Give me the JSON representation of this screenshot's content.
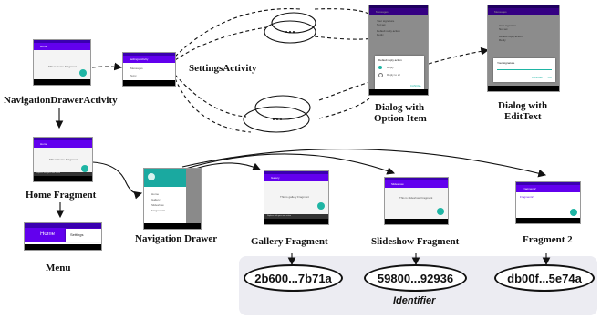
{
  "captions": {
    "nav_drawer_activity": "NavigationDrawerActivity",
    "settings_activity": "SettingsActivity",
    "dialog_option": [
      "Dialog with",
      "Option Item"
    ],
    "dialog_edit": [
      "Dialog with",
      "EditText"
    ],
    "home_fragment": "Home Fragment",
    "navigation_drawer": "Navigation Drawer",
    "gallery_fragment": "Gallery Fragment",
    "slideshow_fragment": "Slideshow Fragment",
    "fragment2": "Fragment 2",
    "menu": "Menu",
    "identifier": "Identifier"
  },
  "screens": {
    "nav_activity": {
      "title": "Home",
      "body": "This is home Fragment"
    },
    "settings": {
      "title": "SettingsActivity",
      "items": [
        "Messages",
        "Sync"
      ]
    },
    "dialog_option": {
      "title": "Messages",
      "fields": [
        {
          "label": "Your signature",
          "value": "Not set"
        },
        {
          "label": "Default reply action",
          "value": "Reply"
        }
      ],
      "dialog_title": "Default reply action",
      "options": [
        "Reply",
        "Reply to all"
      ],
      "cancel": "CANCEL"
    },
    "dialog_edit": {
      "title": "Messages",
      "fields": [
        {
          "label": "Your signature",
          "value": "Not set"
        },
        {
          "label": "Default reply action",
          "value": "Reply"
        }
      ],
      "dialog_title": "Your signature",
      "cancel": "CANCEL",
      "ok": "OK"
    },
    "home": {
      "title": "Home",
      "body": "This is home Fragment",
      "snackbar": "Replace with your own action"
    },
    "drawer": {
      "items": [
        "Home",
        "Gallery",
        "Slideshow",
        "Fragment2"
      ]
    },
    "gallery": {
      "title": "Gallery",
      "body": "This is gallery Fragment",
      "snackbar": "Replace with your own action"
    },
    "slideshow": {
      "title": "Slideshow",
      "body": "This is slideshow Fragment"
    },
    "fragment2": {
      "title": "Fragment2",
      "body": "Fragment2"
    },
    "menu": {
      "title": "Home",
      "item": "Settings"
    }
  },
  "identifiers": [
    "2b600...7b71a",
    "59800...92936",
    "db00f...5e74a"
  ],
  "colors": {
    "primary": "#6200ee",
    "status": "#3a00b0",
    "fab": "#1fb5a4",
    "drawer_header": "#1aa9a0",
    "panel": "#eeeef4"
  }
}
